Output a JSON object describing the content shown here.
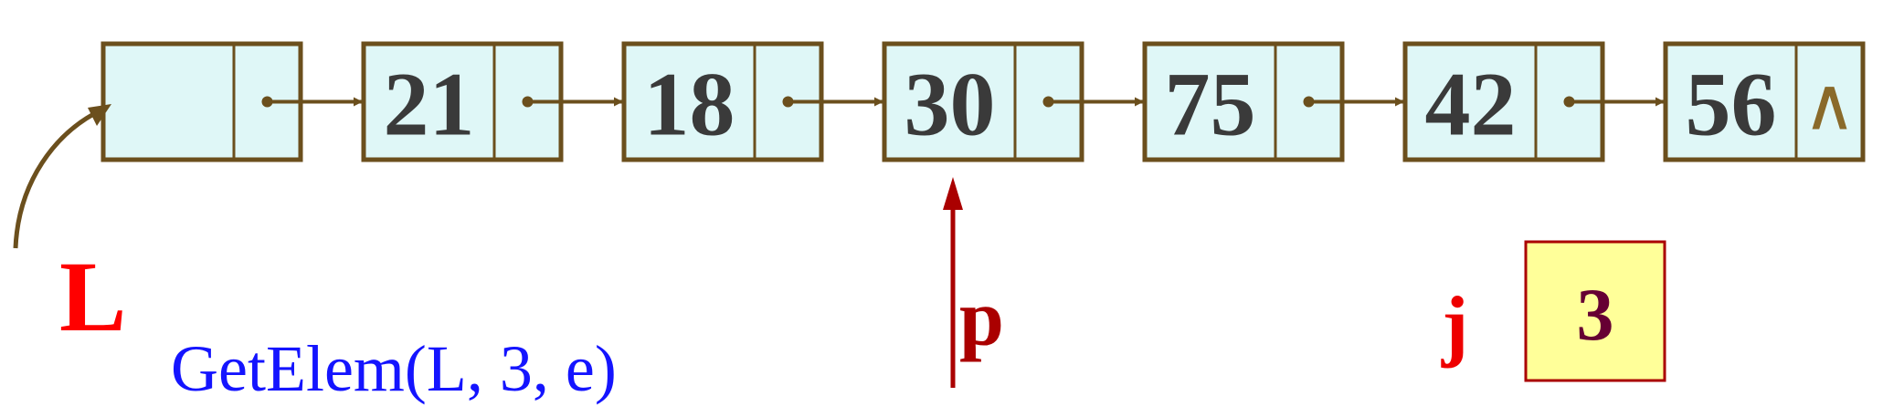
{
  "list": {
    "head_label": "L",
    "nodes": [
      {
        "value": ""
      },
      {
        "value": "21"
      },
      {
        "value": "18"
      },
      {
        "value": "30"
      },
      {
        "value": "75"
      },
      {
        "value": "42"
      },
      {
        "value": "56"
      }
    ],
    "null_symbol": "∧"
  },
  "pointer": {
    "label": "p",
    "target_node_index": 3
  },
  "counter": {
    "label": "j",
    "value": "3"
  },
  "call": {
    "text": "GetElem(L, 3, e)"
  },
  "colors": {
    "node_fill": "#dff7f7",
    "node_border": "#6b4f1d",
    "pointer": "#aa0000",
    "head_label": "#ff0000",
    "call_text": "#1414ff",
    "counter_box": "#ffff99"
  }
}
